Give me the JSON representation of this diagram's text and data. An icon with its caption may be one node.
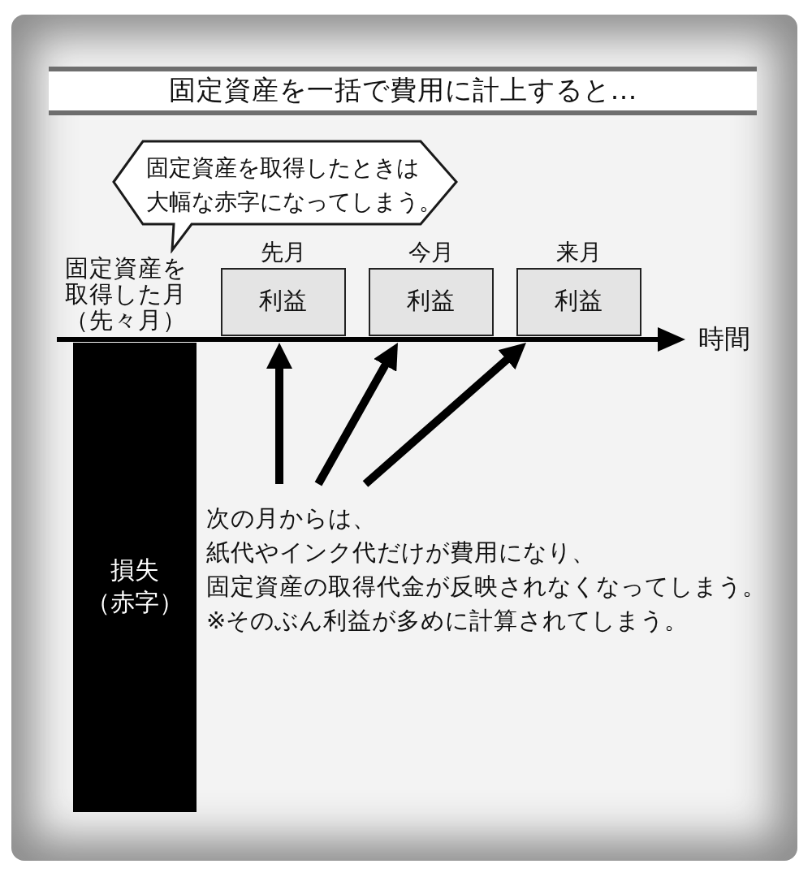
{
  "diagram": {
    "title": "固定資産を一括で費用に計上すると…",
    "nodes": [
      {
        "text": [
          "固定資産を取得したときは",
          "大幅な赤字になってしまう。"
        ]
      },
      {
        "text": [
          "損失",
          "（赤字）"
        ],
        "beside": [
          "固定資産を取得した月（先々月）"
        ]
      },
      {
        "text": [
          "先月",
          "利益"
        ]
      },
      {
        "text": [
          "今月",
          "利益"
        ]
      },
      {
        "text": [
          "来月",
          "利益"
        ]
      },
      {
        "text": [
          "次の月からは、",
          "紙代やインク代だけが費用になり、",
          "固定資産の取得代金が反映されなくなってしまう。",
          "※そのぶん利益が多めに計算されてしまう。"
        ]
      }
    ],
    "edges": [
      {
        "from": 5,
        "to": 2,
        "arrow": "to"
      },
      {
        "from": 5,
        "to": 3,
        "arrow": "to"
      },
      {
        "from": 5,
        "to": 4,
        "arrow": "to"
      }
    ],
    "labels": [
      "時間"
    ]
  }
}
